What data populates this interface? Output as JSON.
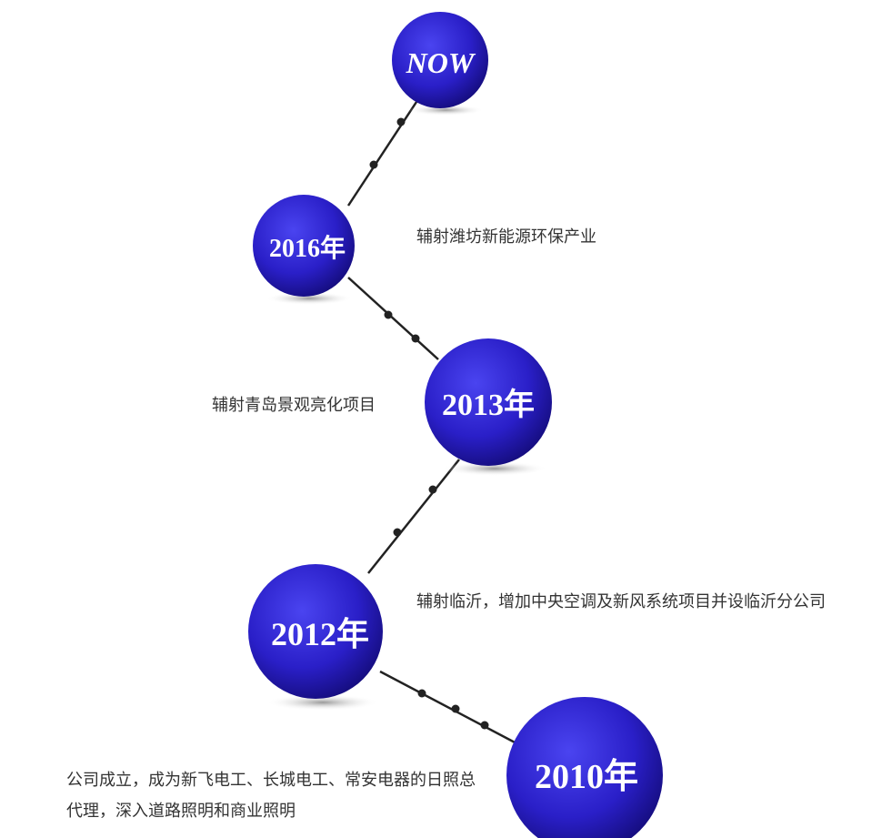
{
  "colors": {
    "sphere": "#2a1fc8",
    "sphere_dark": "#140c7a",
    "line": "#222222",
    "text": "#333333"
  },
  "milestones": [
    {
      "label": "NOW",
      "description": ""
    },
    {
      "label": "2016年",
      "description": "辅射潍坊新能源环保产业"
    },
    {
      "label": "2013年",
      "description": "辅射青岛景观亮化项目"
    },
    {
      "label": "2012年",
      "description": "辅射临沂，增加中央空调及新风系统项目并设临沂分公司"
    },
    {
      "label": "2010年",
      "description": "公司成立，成为新飞电工、长城电工、常安电器的日照总代理，深入道路照明和商业照明"
    }
  ]
}
